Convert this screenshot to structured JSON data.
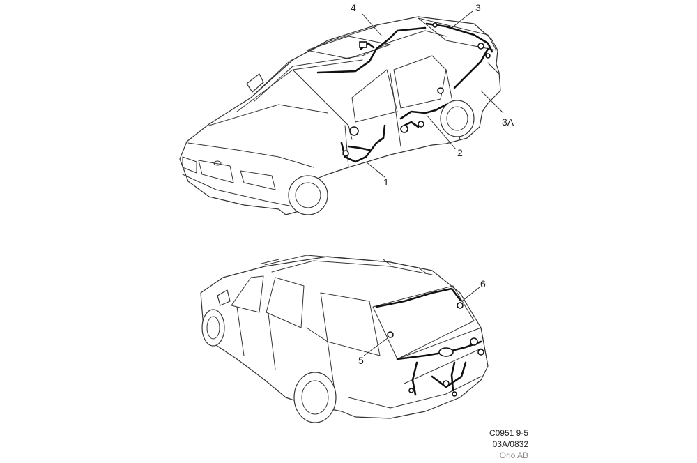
{
  "callouts": {
    "c1": "1",
    "c2": "2",
    "c3": "3",
    "c3a": "3A",
    "c4": "4",
    "c5": "5",
    "c6": "6"
  },
  "reference": {
    "code": "C0951 9-5",
    "number": "03A/0832",
    "company": "Orio AB"
  }
}
